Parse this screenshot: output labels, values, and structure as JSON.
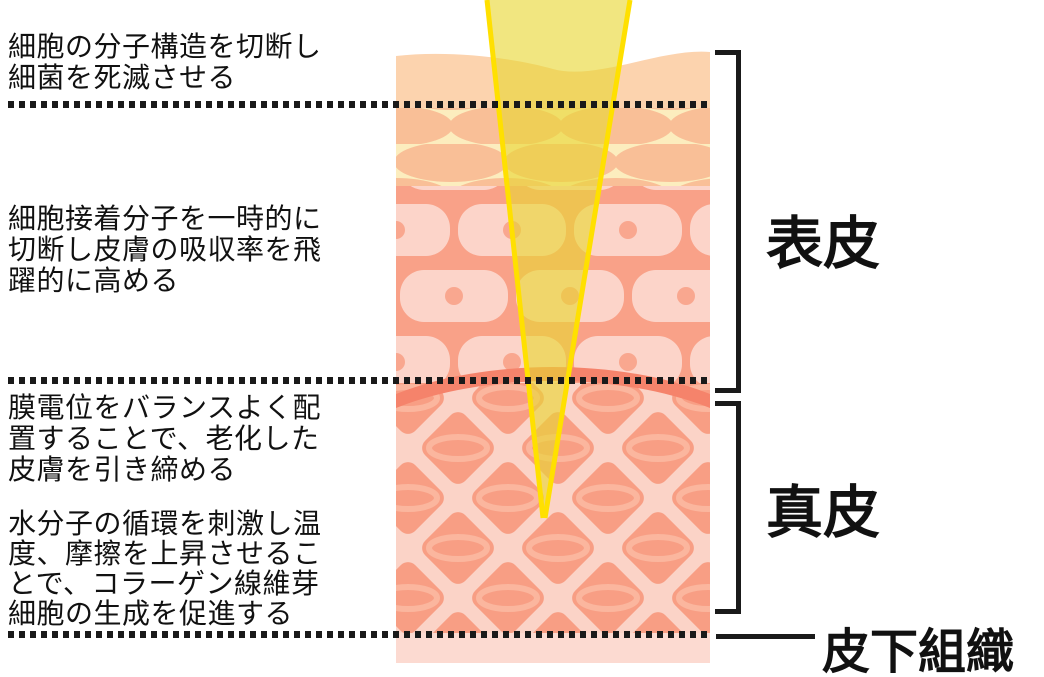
{
  "annotations": [
    {
      "id": "bactericidal",
      "text": "細胞の分子構造を切断し\n細菌を死滅させる"
    },
    {
      "id": "absorption",
      "text": "細胞接着分子を一時的に\n切断し皮膚の吸収率を飛\n躍的に高める"
    },
    {
      "id": "tightening",
      "text": "膜電位をバランスよく配\n置することで、老化した\n皮膚を引き締める"
    },
    {
      "id": "collagen",
      "text": "水分子の循環を刺激し温\n度、摩擦を上昇させるこ\nとで、コラーゲン線維芽\n細胞の生成を促進する"
    }
  ],
  "labels": {
    "epidermis": "表皮",
    "dermis": "真皮",
    "subcutaneous": "皮下組織"
  },
  "colors": {
    "background": "#ffffff",
    "text": "#111111",
    "line": "#1a1a1a",
    "laser-edge": "#FFE000",
    "laser-fill": "rgba(232,214,50,0.62)",
    "stratum-corneum": "#FCD3AE",
    "granular-bg": "#FCEDBE",
    "granular-cell": "#F9BF97",
    "spinous-bg": "#F9A188",
    "spinous-cell": "#FCD4C9",
    "spinous-nucleus": "#F9A78F",
    "junction-band": "#F5836B",
    "dermis-bg": "#FBD3C7",
    "dermis-diamond": "#F89E84",
    "dermis-ring": "#FBB69E",
    "subcutaneous-band": "#FCDAD1"
  }
}
